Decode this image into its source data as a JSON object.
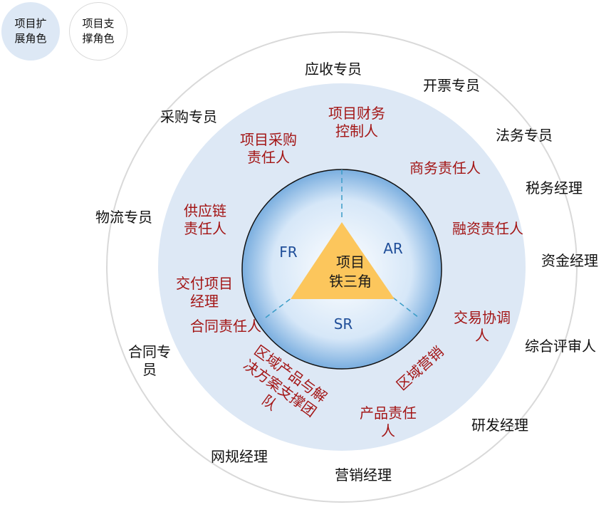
{
  "legend": {
    "extension": "项目扩\n展角色",
    "support": "项目支\n撑角色"
  },
  "colors": {
    "inner_ring_fill": "#dde8f5",
    "core_edge": "#7aaedf",
    "core_center": "#ffffff",
    "triangle": "#fcc65c",
    "inner_text": "#a31515",
    "core_text": "#1f4e99",
    "divider": "#3a9cc7"
  },
  "center": {
    "label": "项目\n铁三角"
  },
  "core": {
    "fr": "FR",
    "ar": "AR",
    "sr": "SR"
  },
  "inner_roles": {
    "finance_control": "项目财务\n控制人",
    "procurement": "项目采购\n责任人",
    "business": "商务责任人",
    "supply_chain": "供应链\n责任人",
    "financing": "融资责任人",
    "delivery_manager": "交付项目\n经理",
    "contract": "合同责任人",
    "transaction": "交易协调\n人",
    "regional_marketing": "区域营销",
    "product": "产品责任\n人",
    "regional_solution": "区域产品与解\n决方案支撑团\n队"
  },
  "outer_roles": {
    "receivable": "应收专员",
    "invoicing": "开票专员",
    "purchasing": "采购专员",
    "legal": "法务专员",
    "tax": "税务经理",
    "logistics": "物流专员",
    "funds": "资金经理",
    "contract_specialist": "合同专\n员",
    "review": "综合评审人",
    "rnd": "研发经理",
    "network_planning": "网规经理",
    "marketing": "营销经理"
  }
}
